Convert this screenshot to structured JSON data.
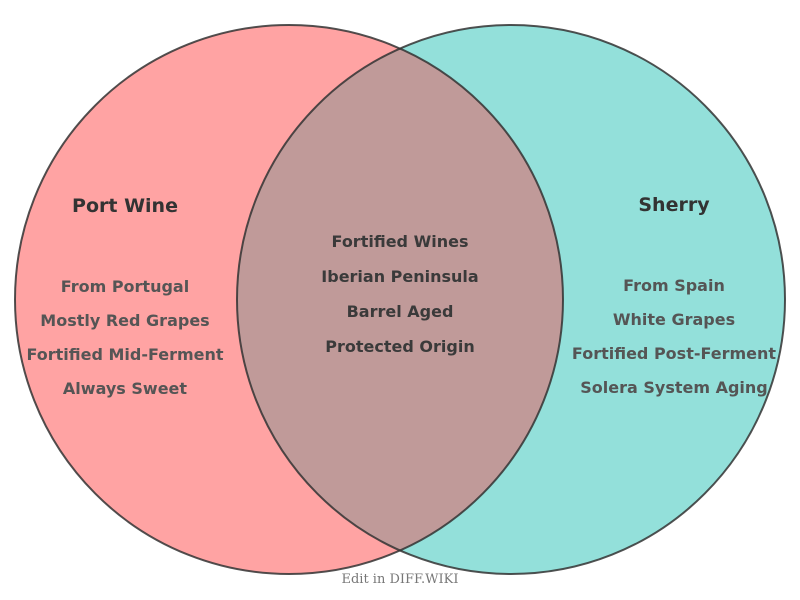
{
  "diagram": {
    "type": "venn",
    "left": {
      "title": "Port Wine",
      "color": "#ffa3a3",
      "items": [
        "From Portugal",
        "Mostly Red Grapes",
        "Fortified Mid-Ferment",
        "Always Sweet"
      ]
    },
    "right": {
      "title": "Sherry",
      "color": "#93e0da",
      "items": [
        "From Spain",
        "White Grapes",
        "Fortified Post-Ferment",
        "Solera System Aging"
      ]
    },
    "overlap": {
      "color": "#c09a99",
      "items": [
        "Fortified Wines",
        "Iberian Peninsula",
        "Barrel Aged",
        "Protected Origin"
      ]
    }
  },
  "footer": {
    "text": "Edit in DIFF.WIKI"
  }
}
